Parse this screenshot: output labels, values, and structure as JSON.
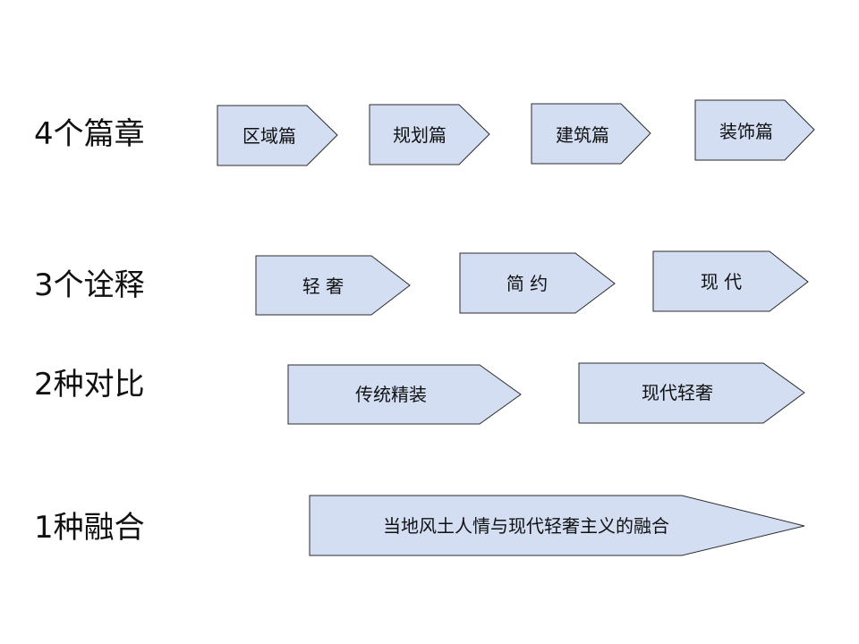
{
  "rows": [
    {
      "label": "4个篇章",
      "boxes": [
        "区域篇",
        "规划篇",
        "建筑篇",
        "装饰篇"
      ]
    },
    {
      "label": "3个诠释",
      "boxes": [
        "轻 奢",
        "简 约",
        "现 代"
      ]
    },
    {
      "label": "2种对比",
      "boxes": [
        "传统精装",
        "现代轻奢"
      ]
    },
    {
      "label": "1种融合",
      "boxes": [
        "当地风土人情与现代轻奢主义的融合"
      ]
    }
  ],
  "colors": {
    "fill": "#d3def3",
    "stroke": "#2b2b2b",
    "text": "#111111"
  }
}
